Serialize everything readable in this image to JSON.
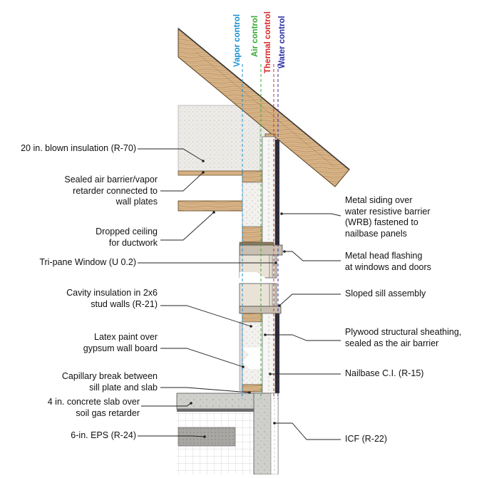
{
  "diagram": {
    "control_layers": [
      {
        "label": "Vapor control",
        "color": "#1a8fd0"
      },
      {
        "label": "Air control",
        "color": "#3aaa35"
      },
      {
        "label": "Thermal control",
        "color": "#d62a2a"
      },
      {
        "label": "Water control",
        "color": "#2b2fa8"
      }
    ],
    "left_labels": [
      {
        "lines": [
          "20 in. blown insulation (R-70)"
        ]
      },
      {
        "lines": [
          "Sealed air barrier/vapor",
          "retarder connected to",
          "wall plates"
        ]
      },
      {
        "lines": [
          "Dropped ceiling",
          "for ductwork"
        ]
      },
      {
        "lines": [
          "Tri-pane Window (U 0.2)"
        ]
      },
      {
        "lines": [
          "Cavity insulation in 2x6",
          "stud walls (R-21)"
        ]
      },
      {
        "lines": [
          "Latex paint over",
          "gypsum wall board"
        ]
      },
      {
        "lines": [
          "Capillary break between",
          "sill plate and slab"
        ]
      },
      {
        "lines": [
          "4 in. concrete slab over",
          "soil gas retarder"
        ]
      },
      {
        "lines": [
          "6-in. EPS (R-24)"
        ]
      }
    ],
    "right_labels": [
      {
        "lines": [
          "Metal siding over",
          "water resistive barrier",
          "(WRB) fastened to",
          "nailbase panels"
        ]
      },
      {
        "lines": [
          "Metal head flashing",
          "at windows and doors"
        ]
      },
      {
        "lines": [
          "Sloped sill assembly"
        ]
      },
      {
        "lines": [
          "Plywood structural sheathing,",
          "sealed as the air barrier"
        ]
      },
      {
        "lines": [
          "Nailbase C.I. (R-15)"
        ]
      },
      {
        "lines": [
          "ICF (R-22)"
        ]
      }
    ]
  }
}
